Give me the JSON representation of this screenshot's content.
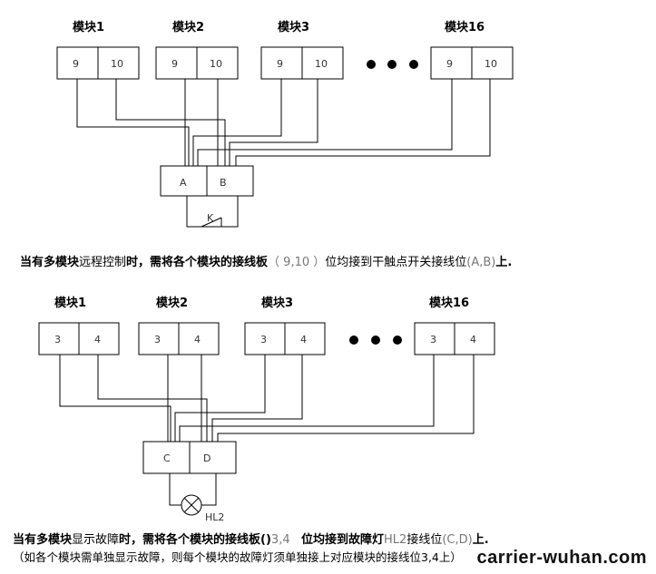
{
  "diagram1": {
    "modules": [
      {
        "label": "模块1",
        "t1": "9",
        "t2": "10"
      },
      {
        "label": "模块2",
        "t1": "9",
        "t2": "10"
      },
      {
        "label": "模块3",
        "t1": "9",
        "t2": "10"
      },
      {
        "label": "模块16",
        "t1": "9",
        "t2": "10"
      }
    ],
    "terminal_a": "A",
    "terminal_b": "B",
    "switch_label": "K",
    "caption": {
      "p1": "当有多模块",
      "p2": "远程控制",
      "p3": "时，需将各个模块的接线板",
      "p4": "（ 9,10 ）",
      "p5": "位均接到干触点开关接线位",
      "p6": "(A,B)",
      "p7": "上."
    }
  },
  "diagram2": {
    "modules": [
      {
        "label": "模块1",
        "t1": "3",
        "t2": "4"
      },
      {
        "label": "模块2",
        "t1": "3",
        "t2": "4"
      },
      {
        "label": "模块3",
        "t1": "3",
        "t2": "4"
      },
      {
        "label": "模块16",
        "t1": "3",
        "t2": "4"
      }
    ],
    "terminal_c": "C",
    "terminal_d": "D",
    "lamp_label": "HL2",
    "caption": {
      "p1": "当有多模块",
      "p2": "显示故障",
      "p3": "时，需将各个模块的接线板()",
      "p4": "3,4",
      "p5": "位均接到故障灯",
      "p6": "HL2",
      "p7": "接线位",
      "p8": "(C,D)",
      "p9": "上."
    },
    "note": "（如各个模块需单独显示故障，则每个模块的故障灯须单独接上对应模块的接线位3,4上）"
  },
  "watermark": "carrier-wuhan.com"
}
